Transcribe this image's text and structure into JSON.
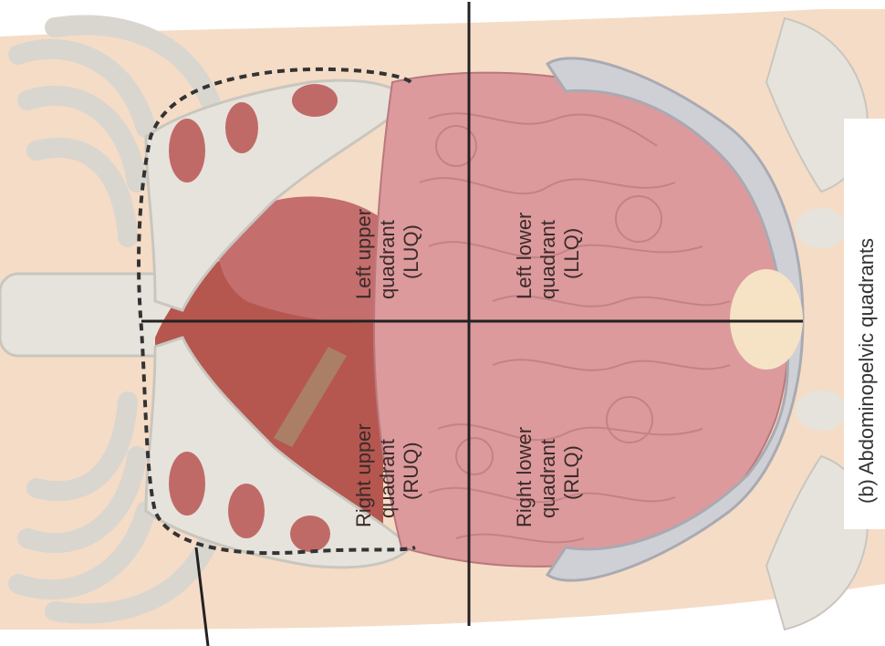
{
  "figure": {
    "caption": "(b) Abdominopelvic quadrants",
    "quadrants": {
      "luq": {
        "line1": "Left upper",
        "line2": "quadrant",
        "line3": "(LUQ)"
      },
      "llq": {
        "line1": "Left lower",
        "line2": "quadrant",
        "line3": "(LLQ)"
      },
      "ruq": {
        "line1": "Right upper",
        "line2": "quadrant",
        "line3": "(RUQ)"
      },
      "rlq": {
        "line1": "Right lower",
        "line2": "quadrant",
        "line3": "(RLQ)"
      }
    }
  },
  "colors": {
    "skin": "#f3d9c2",
    "bone": "#e4e2dc",
    "bone_edge": "#c9c6be",
    "intestine": "#dc9a9c",
    "intestine_edge": "#b9787c",
    "liver": "#b5574f",
    "stomach": "#c46e6e",
    "line": "#222222"
  }
}
